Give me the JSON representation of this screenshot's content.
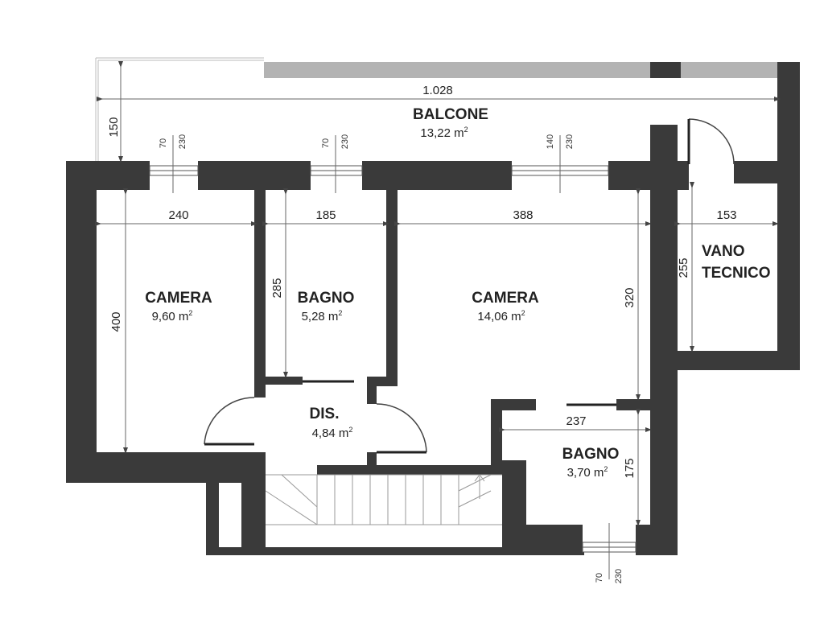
{
  "rooms": {
    "balcone": {
      "name": "BALCONE",
      "area": "13,22 m",
      "sup": "2"
    },
    "camera1": {
      "name": "CAMERA",
      "area": "9,60 m",
      "sup": "2"
    },
    "bagno1": {
      "name": "BAGNO",
      "area": "5,28 m",
      "sup": "2"
    },
    "camera2": {
      "name": "CAMERA",
      "area": "14,06 m",
      "sup": "2"
    },
    "vano_line1": "VANO",
    "vano_line2": "TECNICO",
    "dis": {
      "name": "DIS.",
      "area": "4,84 m",
      "sup": "2"
    },
    "bagno2": {
      "name": "BAGNO",
      "area": "3,70 m",
      "sup": "2"
    }
  },
  "dimensions": {
    "balcone_width": "1.028",
    "balcone_depth": "150",
    "camera1_width": "240",
    "camera1_depth": "400",
    "bagno1_width": "185",
    "bagno1_depth": "285",
    "camera2_width": "388",
    "camera2_depth": "320",
    "vano_width": "153",
    "vano_depth": "255",
    "bagno2_width": "237",
    "bagno2_depth": "175"
  },
  "windows": {
    "w1": {
      "a": "70",
      "b": "230"
    },
    "w2": {
      "a": "70",
      "b": "230"
    },
    "w3": {
      "a": "140",
      "b": "230"
    },
    "w4": {
      "a": "70",
      "b": "230"
    }
  },
  "colors": {
    "wall": "#3a3a3a",
    "balcony_rail": "#b3b3b3",
    "background": "#ffffff"
  }
}
